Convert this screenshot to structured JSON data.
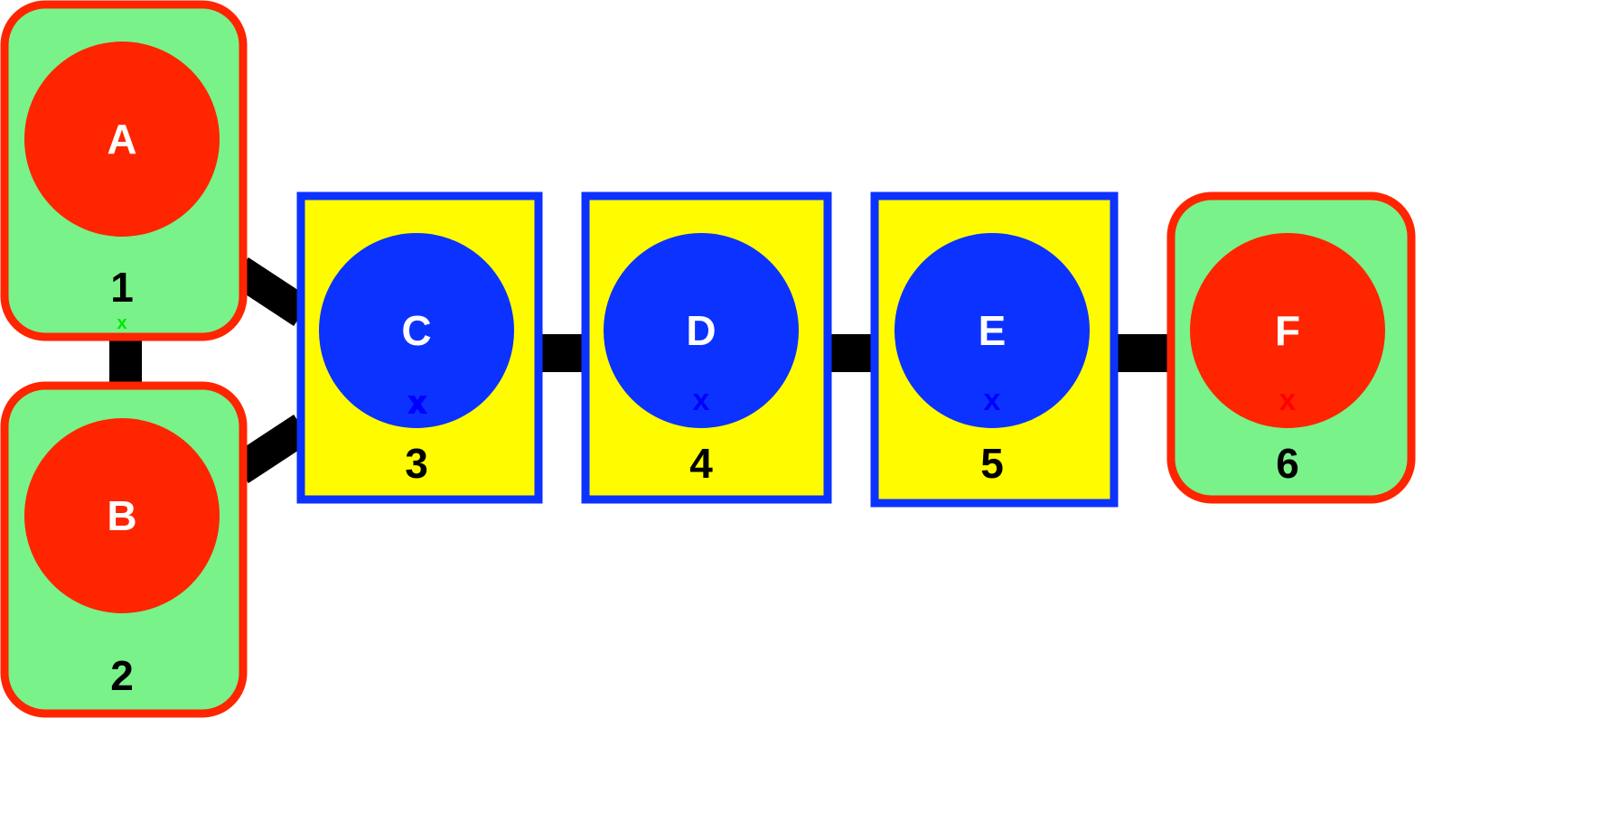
{
  "colors": {
    "green_fill": "#79f289",
    "red": "#ff2500",
    "yellow": "#fffc00",
    "blue": "#0c32ff",
    "edge": "#000000"
  },
  "nodes": [
    {
      "id": "A",
      "number": "1",
      "mark": "x"
    },
    {
      "id": "B",
      "number": "2",
      "mark": ""
    },
    {
      "id": "C",
      "number": "3",
      "mark": "x"
    },
    {
      "id": "D",
      "number": "4",
      "mark": "x"
    },
    {
      "id": "E",
      "number": "5",
      "mark": "x"
    },
    {
      "id": "F",
      "number": "6",
      "mark": "x"
    }
  ],
  "edges": [
    [
      "A",
      "B"
    ],
    [
      "A",
      "C"
    ],
    [
      "B",
      "C"
    ],
    [
      "C",
      "D"
    ],
    [
      "D",
      "E"
    ],
    [
      "E",
      "F"
    ]
  ]
}
